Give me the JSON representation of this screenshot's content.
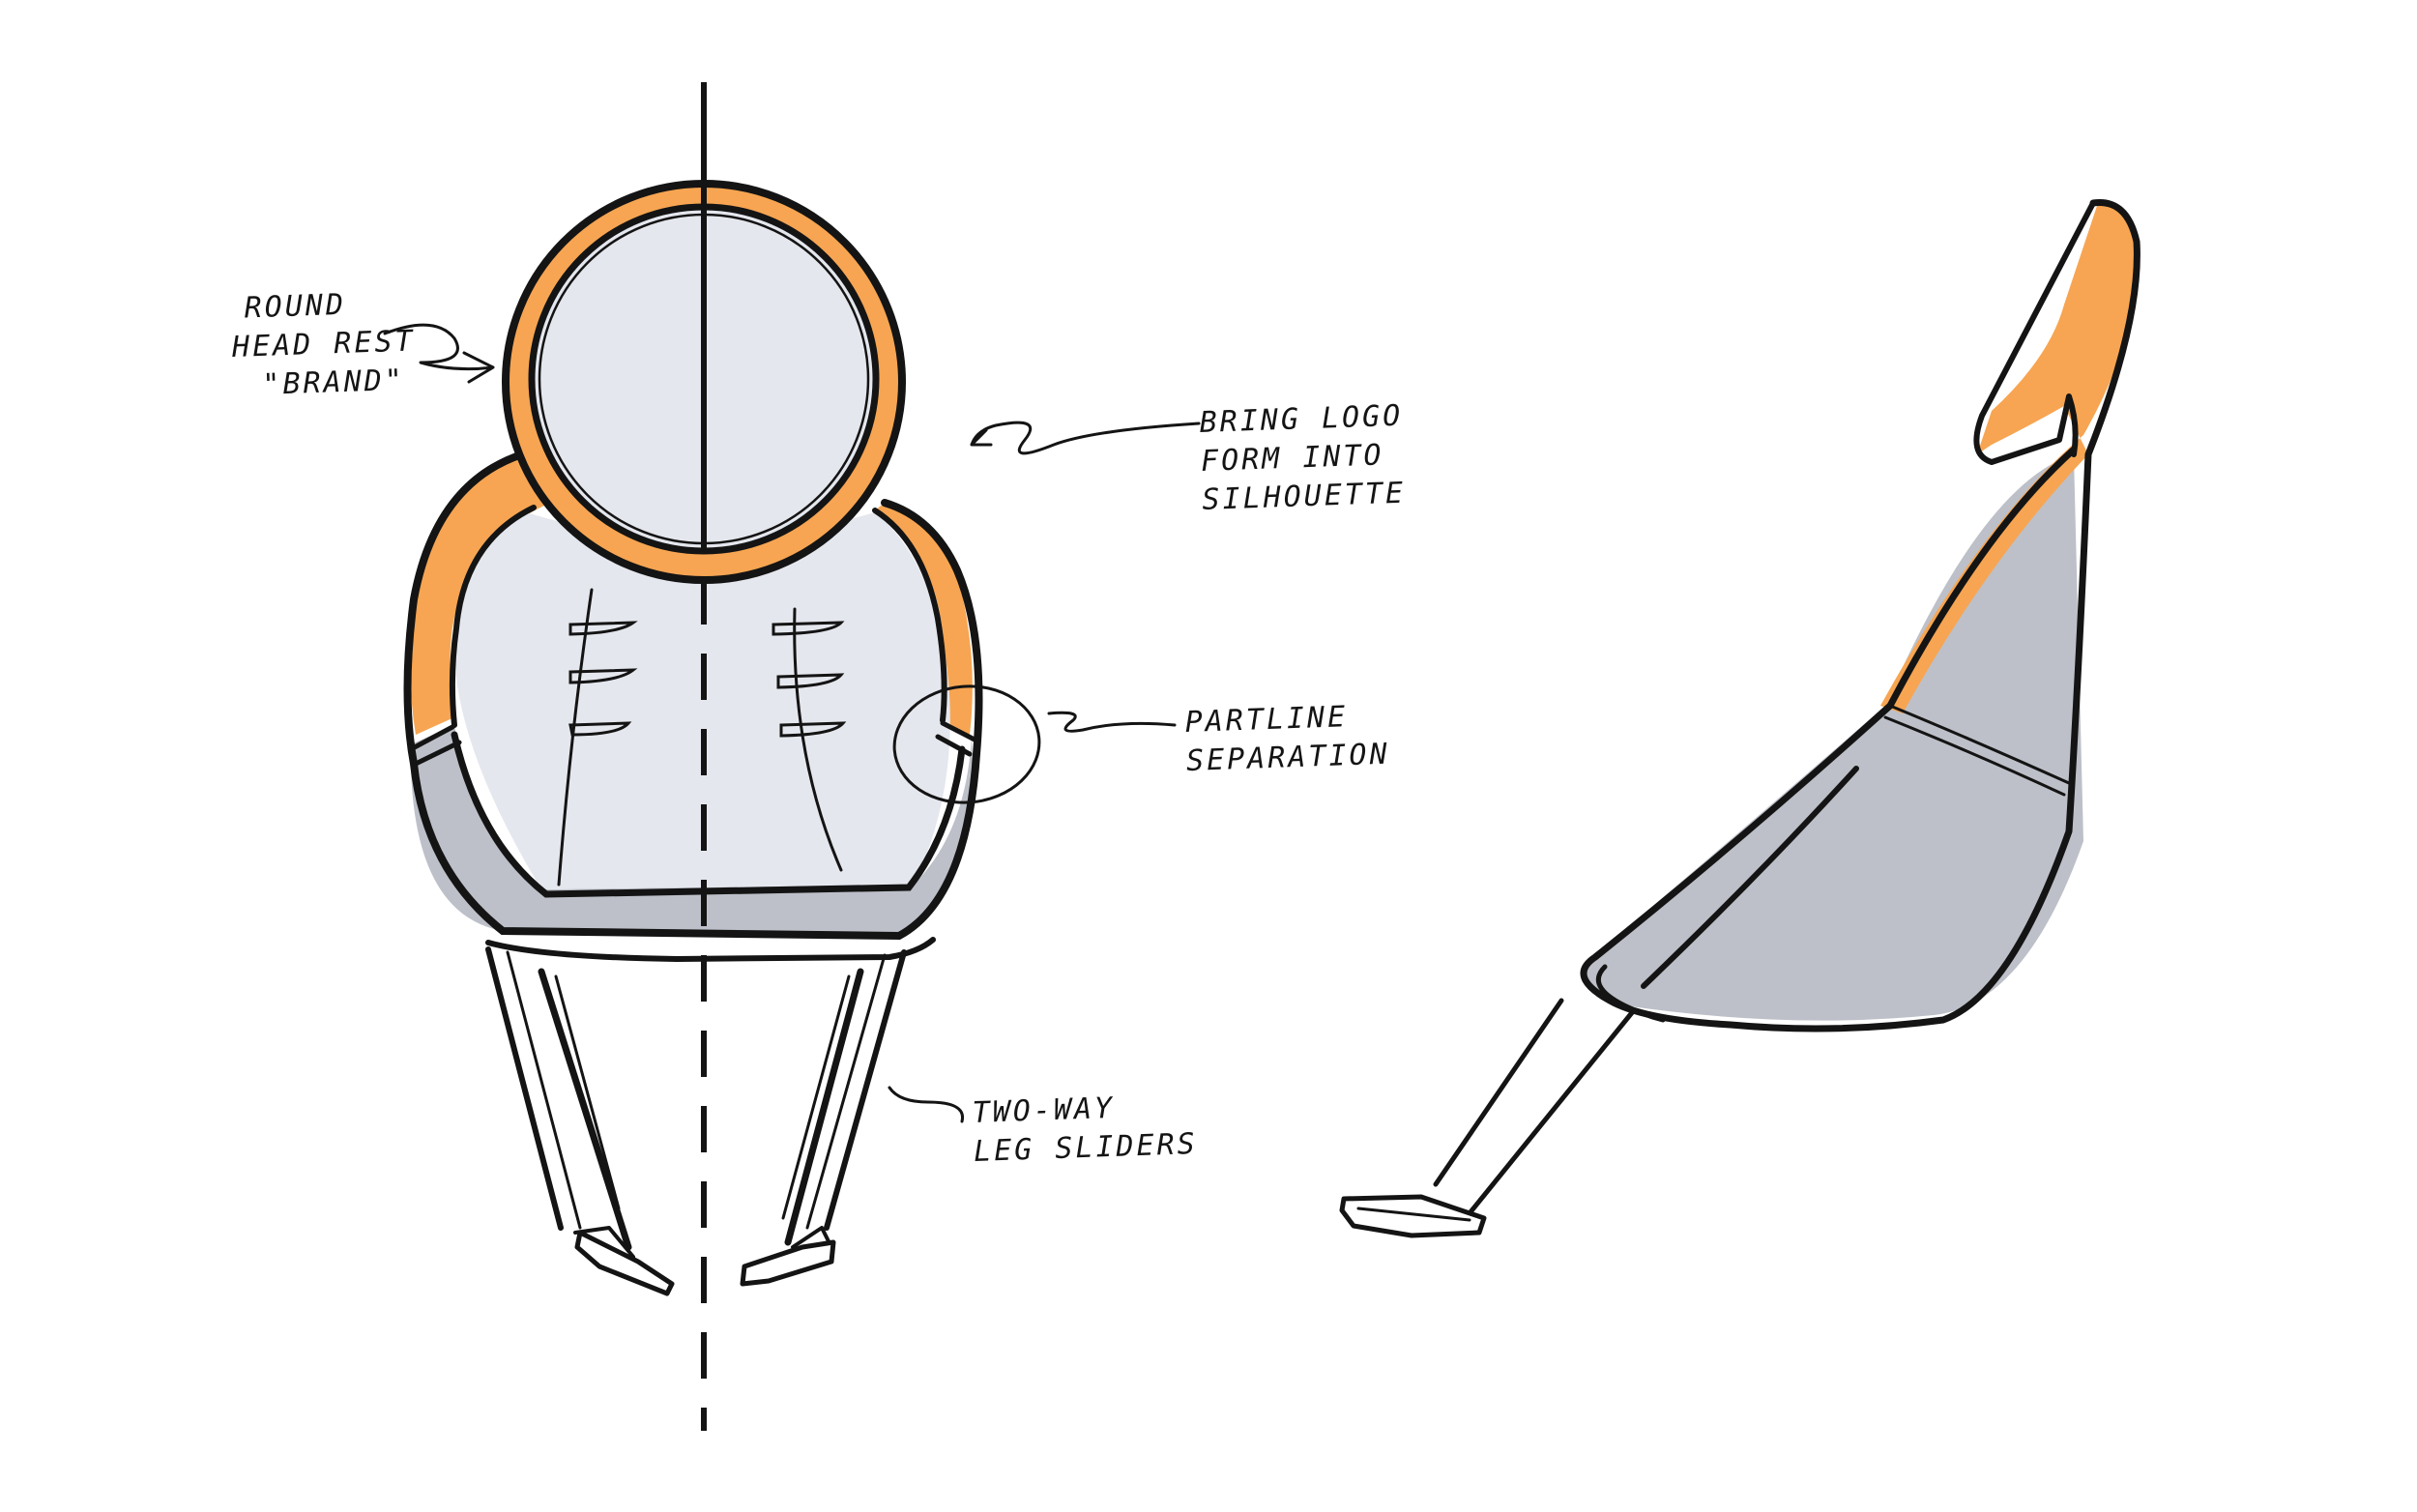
{
  "annotations": {
    "headrest": [
      "ROUND",
      "HEAD REST",
      "\"BRAND\""
    ],
    "logo": [
      "BRING LOGO",
      "FORM INTO",
      "SILHOUETTE"
    ],
    "partline": [
      "PARTLINE",
      "SEPARATION"
    ],
    "legs": [
      "TWO-WAY",
      "LEG SLIDERS"
    ]
  },
  "colors": {
    "accent": "#F7A552",
    "seat_gray": "#BDC0C8",
    "seat_light": "#E5E7EE",
    "ink": "#141414"
  }
}
